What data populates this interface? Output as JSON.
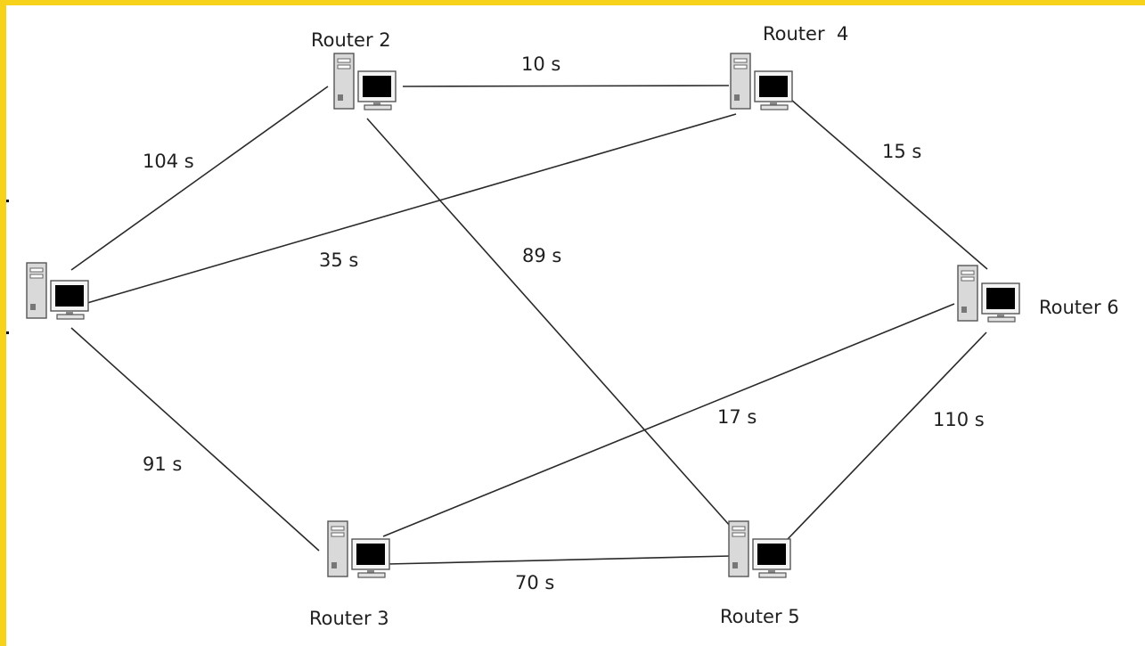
{
  "colors": {
    "frame": "#f7d21a",
    "line": "#2a2a2a",
    "text": "#1f1f1f",
    "case": "#d9d9d9",
    "screen": "#000000"
  },
  "nodes": [
    {
      "id": "router-1",
      "label": "",
      "icon": "computer-icon"
    },
    {
      "id": "router-2",
      "label": "Router 2",
      "icon": "computer-icon"
    },
    {
      "id": "router-3",
      "label": "Router 3",
      "icon": "computer-icon"
    },
    {
      "id": "router-4",
      "label": "Router  4",
      "icon": "computer-icon"
    },
    {
      "id": "router-5",
      "label": "Router 5",
      "icon": "computer-icon"
    },
    {
      "id": "router-6",
      "label": "Router 6",
      "icon": "computer-icon"
    }
  ],
  "edges": [
    {
      "from": "router-1",
      "to": "router-2",
      "label": "104 s"
    },
    {
      "from": "router-1",
      "to": "router-4",
      "label": "35 s"
    },
    {
      "from": "router-1",
      "to": "router-3",
      "label": "91 s"
    },
    {
      "from": "router-2",
      "to": "router-4",
      "label": "10 s"
    },
    {
      "from": "router-2",
      "to": "router-5",
      "label": "89 s"
    },
    {
      "from": "router-4",
      "to": "router-6",
      "label": "15 s"
    },
    {
      "from": "router-3",
      "to": "router-6",
      "label": "17 s"
    },
    {
      "from": "router-3",
      "to": "router-5",
      "label": "70 s"
    },
    {
      "from": "router-5",
      "to": "router-6",
      "label": "110 s"
    }
  ]
}
